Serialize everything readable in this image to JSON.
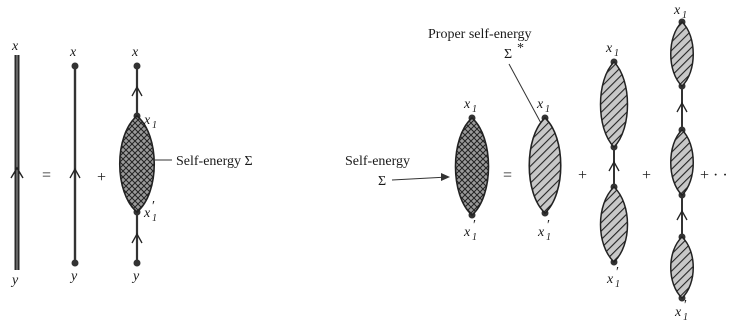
{
  "left_diagram": {
    "var_x": "x",
    "var_y": "y",
    "var_x1": "x",
    "sub_1": "1",
    "prime": "′",
    "equals": "=",
    "plus": "+",
    "self_energy_label": "Self-energy Σ"
  },
  "right_diagram": {
    "self_energy_word": "Self-energy",
    "self_energy_symbol": "Σ",
    "proper_label": "Proper self-energy",
    "proper_symbol": "Σ",
    "star": "*",
    "var_x": "x",
    "sub_1": "1",
    "prime": "′",
    "equals": "=",
    "plus": "+",
    "ellipsis": "+ · ·"
  },
  "colors": {
    "ink": "#1a1a1a",
    "line": "#333333",
    "fill": "#bdbdbd"
  }
}
